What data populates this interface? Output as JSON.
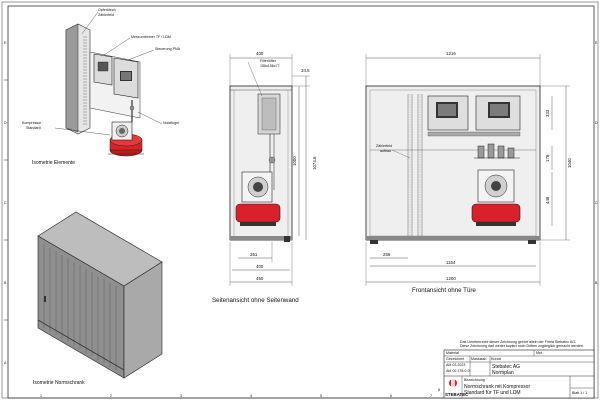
{
  "frame": {
    "left_row_letters": [
      "E",
      "D",
      "C",
      "B",
      "A"
    ],
    "bottom_col_numbers": [
      "1",
      "2",
      "3",
      "4",
      "5",
      "6",
      "7",
      "8"
    ]
  },
  "isometric_elements": {
    "caption": "Isometrie Elemente",
    "callouts": {
      "opfer": "Opferblech",
      "zaehler": "Zählerfeld",
      "messumformer": "Messumformer TF / LDM",
      "steuerung": "Steuerung PNA",
      "nutzfluegel": "Nutzflügel",
      "kompressor": "Kompressor",
      "standard": "Standard"
    }
  },
  "isometric_cabinet": {
    "caption": "Isometrie Normschrank"
  },
  "side_view": {
    "caption": "Seitenansicht ohne Seitenwand",
    "filter_label_1": "Filterlüfter",
    "filter_label_2": "156x156x77",
    "dims": {
      "top": "400",
      "side_top": "34.5",
      "height_inner": "1000",
      "height_total": "1074.5",
      "d351": "351",
      "d400": "400",
      "d450": "450"
    }
  },
  "front_view": {
    "caption": "Frontansicht ohne Türe",
    "zaehlerfeld_1": "Zählerfeld",
    "zaehlerfeld_2": "aufbau",
    "dims": {
      "top": "1216",
      "r333": "333",
      "r178": "178",
      "r440": "448",
      "r1040": "1040",
      "b256": "256",
      "b1154": "1154",
      "b1200": "1200"
    }
  },
  "title_block": {
    "notice_line1": "Das Urheberrecht dieser Zeichnung gehört allein der Firma Stebatec AG.",
    "notice_line2": "Diese Zeichnung darf weder kopiert noch Dritten zugänglich gemacht werden.",
    "material_label": "Material",
    "mst_label": "Mst.",
    "gezeichnet_label": "Gezeichnet",
    "masstab_label": "Massstab",
    "kunde_label": "Kunde",
    "kunde_value": "Stebatec AG",
    "projekt_value": "Normplan",
    "date_value": "AM 03.2023",
    "drawno_value": "AM 00 178.0-0",
    "bezeichnung_label": "Bezeichnung",
    "title_line1": "Normschrank mit Kompressor",
    "title_line2": "Standard für TF und LDM",
    "blatt_label": "Blatt 1 / 1",
    "logo_text": "STEBATEC"
  }
}
